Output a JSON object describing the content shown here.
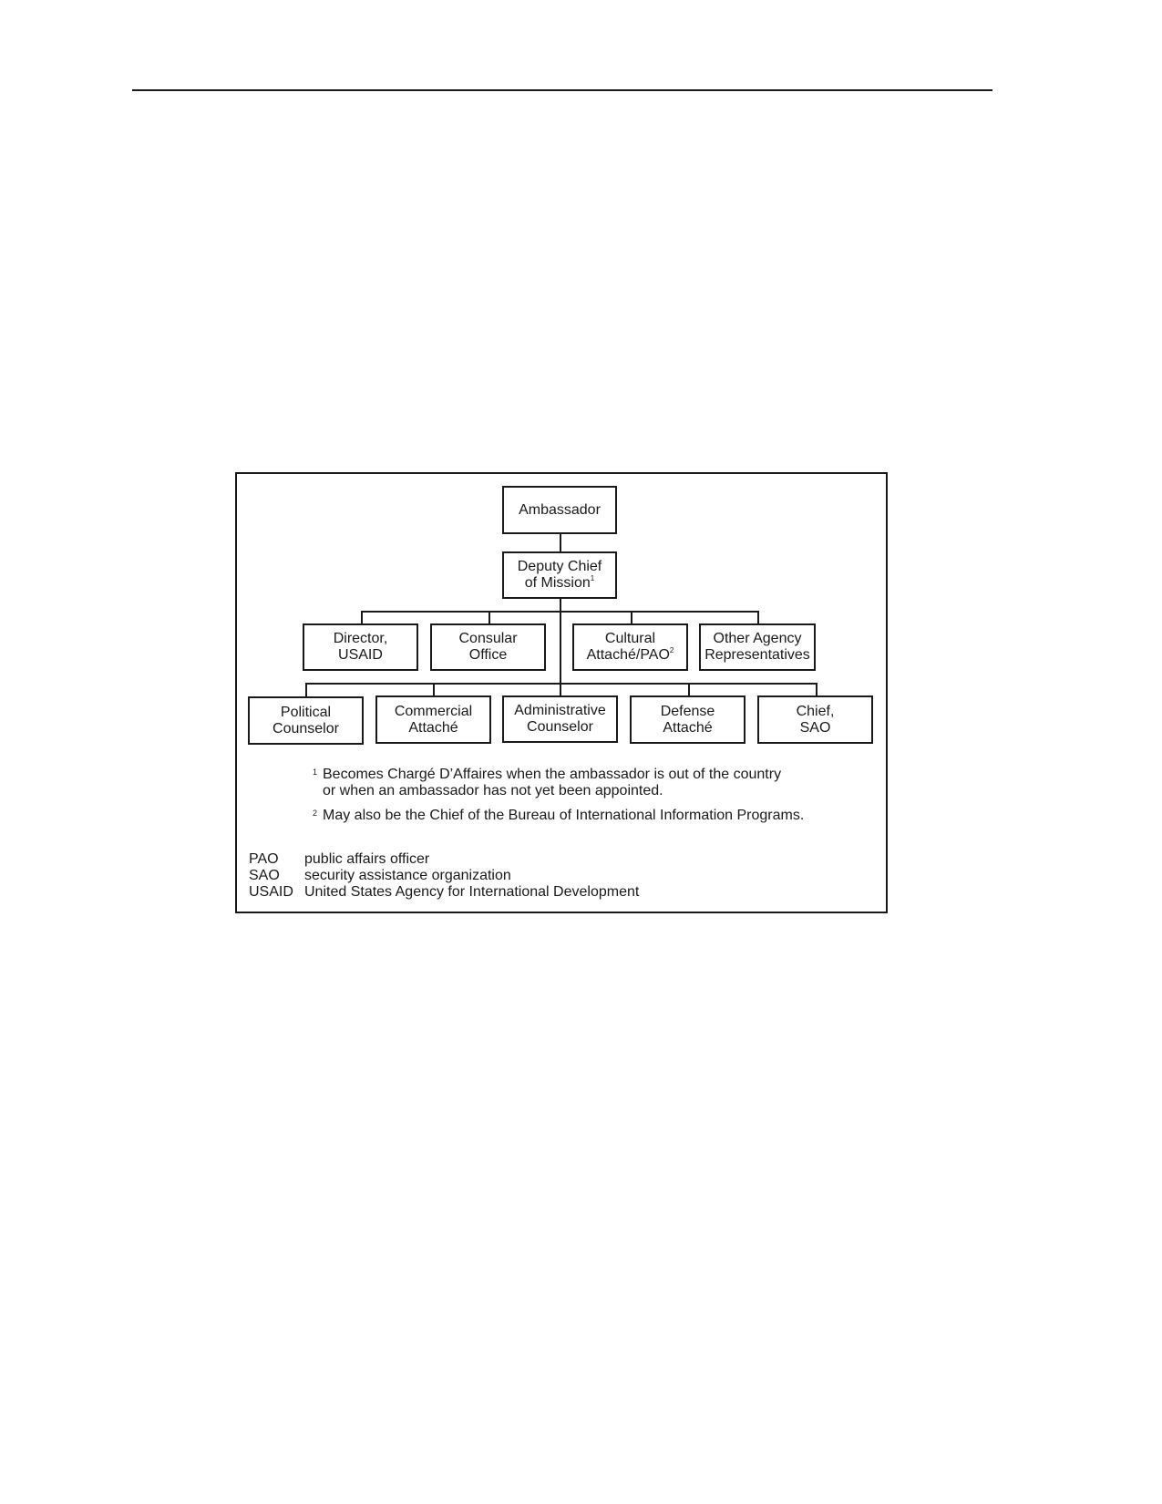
{
  "chart": {
    "nodes": {
      "ambassador": "Ambassador",
      "dcm": "Deputy Chief\nof Mission",
      "dcm_note": "1",
      "director_usaid": "Director,\nUSAID",
      "consular_office": "Consular\nOffice",
      "cultural_attache": "Cultural\nAttaché/PAO",
      "cultural_note": "2",
      "other_agency": "Other Agency\nRepresentatives",
      "political_counselor": "Political\nCounselor",
      "commercial_attache": "Commercial\nAttaché",
      "administrative_counselor": "Administrative\nCounselor",
      "defense_attache": "Defense\nAttaché",
      "chief_sao": "Chief,\nSAO"
    }
  },
  "footnotes": [
    {
      "mark": "1",
      "text": "Becomes Chargé D’Affaires when the ambassador is out of the country",
      "text2": "or when an ambassador has not yet been appointed."
    },
    {
      "mark": "2",
      "text": "May also be the Chief of the Bureau of International Information Programs."
    }
  ],
  "abbreviations": [
    {
      "abbr": "PAO",
      "meaning": "public affairs officer"
    },
    {
      "abbr": "SAO",
      "meaning": "security assistance organization"
    },
    {
      "abbr": "USAID",
      "meaning": "United States Agency for International Development"
    }
  ]
}
